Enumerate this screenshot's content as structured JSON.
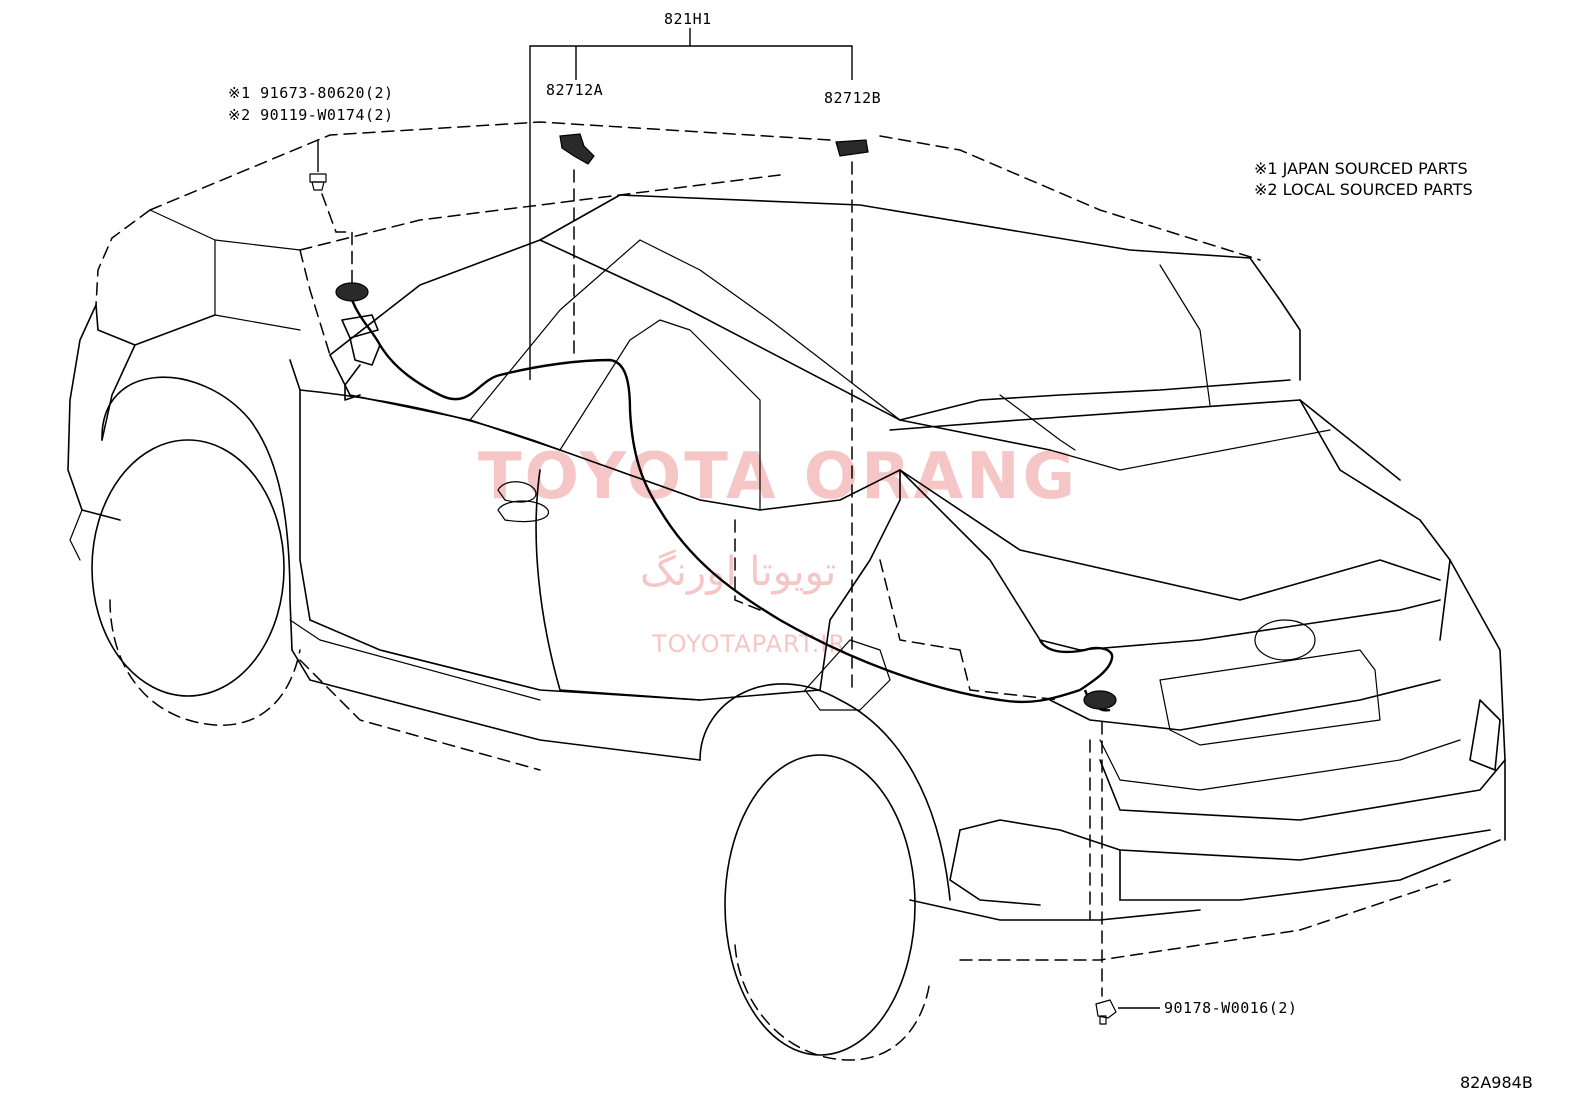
{
  "diagram": {
    "assembly_label": "821H1",
    "parts": [
      {
        "code": "82712A"
      },
      {
        "code": "82712B"
      }
    ],
    "bolt_label_1": "※1 91673-80620(2)",
    "bolt_label_2": "※2 90119-W0174(2)",
    "clip_label": "90178-W0016(2)",
    "notes": [
      "※1 JAPAN SOURCED PARTS",
      "※2 LOCAL SOURCED PARTS"
    ],
    "figure_id": "82A984B"
  },
  "watermark": {
    "line1": "TOYOTA ORANG",
    "line2": "تویوتا اورنگ",
    "line3": "TOYOTAPART.IR"
  },
  "colors": {
    "line": "#000000",
    "watermark": "#f3b3b3",
    "background": "#ffffff"
  }
}
